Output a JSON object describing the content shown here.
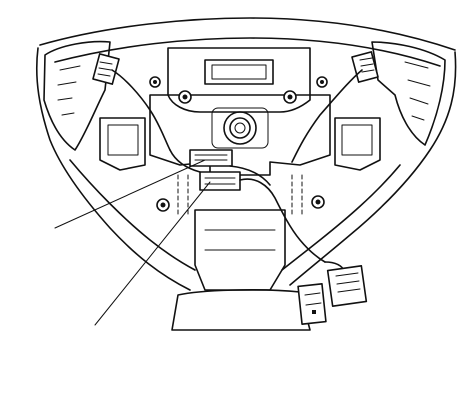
{
  "figure": {
    "subject": "steering-wheel-hub-airbag-removed",
    "callouts": [
      {
        "id": "leader-upper",
        "target": "connector-socket"
      },
      {
        "id": "leader-lower",
        "target": "cable-reel-connector"
      }
    ],
    "line_color": "#111111",
    "background": "#ffffff"
  }
}
